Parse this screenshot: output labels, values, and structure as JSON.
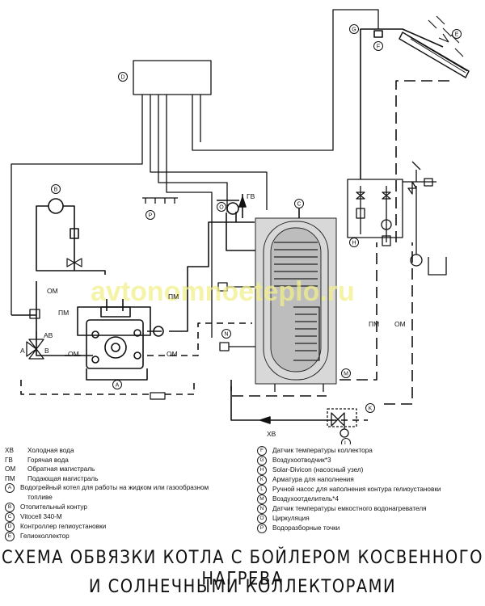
{
  "diagram": {
    "watermark": "avtonomnoeteplo.ru",
    "pipe_labels": {
      "gv": "ГВ",
      "hv": "ХВ",
      "om_1": "ОМ",
      "pm_1": "ПМ",
      "om_2": "ОМ",
      "pm_2": "ПМ",
      "om_3": "ОМ",
      "pm_3": "ПМ",
      "om_4": "ОМ",
      "ab": "АВ",
      "a": "А",
      "b": "В"
    },
    "callouts": [
      "A",
      "B",
      "C",
      "D",
      "E",
      "F",
      "G",
      "H",
      "K",
      "L",
      "M",
      "N",
      "O",
      "P"
    ]
  },
  "legend_left": [
    {
      "key": "ХВ",
      "text": "Холодная вода"
    },
    {
      "key": "ГВ",
      "text": "Горячая вода"
    },
    {
      "key": "ОМ",
      "text": "Обратная магистраль"
    },
    {
      "key": "ПМ",
      "text": "Подающая магистраль"
    },
    {
      "mark": "A",
      "text": "Водогрейный котел для работы на жидком или газообразном"
    },
    {
      "key": "",
      "text": "топливе"
    },
    {
      "mark": "B",
      "text": "Отопительный контур"
    },
    {
      "mark": "C",
      "text": "Vitocell 340-M"
    },
    {
      "mark": "D",
      "text": "Контроллер гелиоустановки"
    },
    {
      "mark": "E",
      "text": "Гелиоколлектор"
    }
  ],
  "legend_right": [
    {
      "mark": "F",
      "text": "Датчик температуры коллектора"
    },
    {
      "mark": "G",
      "text": "Воздухоотводчик*3"
    },
    {
      "mark": "H",
      "text": "Solar-Divicon (насосный узел)"
    },
    {
      "mark": "K",
      "text": "Арматура для наполнения"
    },
    {
      "mark": "L",
      "text": "Ручной насос для наполнения контура гелиоустановки"
    },
    {
      "mark": "M",
      "text": "Воздухоотделитель*4"
    },
    {
      "mark": "N",
      "text": "Датчик температуры емкостного водонагревателя"
    },
    {
      "mark": "O",
      "text": "Циркуляция"
    },
    {
      "mark": "P",
      "text": "Водоразборные точки"
    }
  ],
  "title": {
    "line1": "СХЕМА ОБВЯЗКИ КОТЛА С БОЙЛЕРОМ КОСВЕННОГО НАГРЕВА",
    "line2": "И СОЛНЕЧНЫМИ КОЛЛЕКТОРАМИ"
  }
}
